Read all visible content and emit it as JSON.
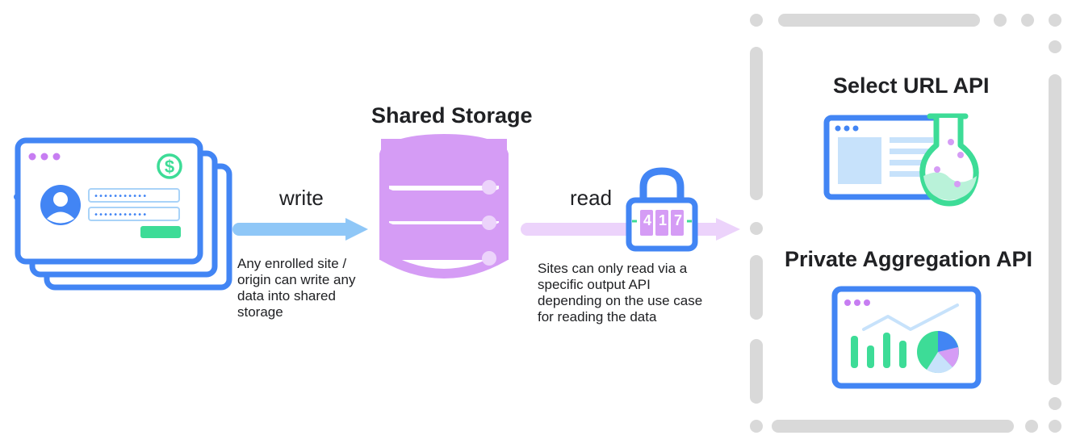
{
  "left": {
    "arrow_label": "write",
    "description_lines": [
      "Any enrolled site /",
      "origin can write any",
      "data into shared",
      "storage"
    ]
  },
  "storage": {
    "title": "Shared Storage"
  },
  "middle": {
    "arrow_label": "read",
    "lock_digits": [
      "4",
      "1",
      "7"
    ],
    "description_lines": [
      "Sites can only read via a",
      "specific output API",
      "depending on the use case",
      "for reading the data"
    ]
  },
  "right_panel": {
    "select_url_title": "Select URL API",
    "private_aggregation_title": "Private Aggregation API"
  },
  "colors": {
    "blue": "#4285f4",
    "light_blue": "#8fc7f7",
    "purple": "#d59cf5",
    "light_purple": "#ecd3fb",
    "green": "#3ddc97",
    "gray": "#d9d9d9"
  }
}
